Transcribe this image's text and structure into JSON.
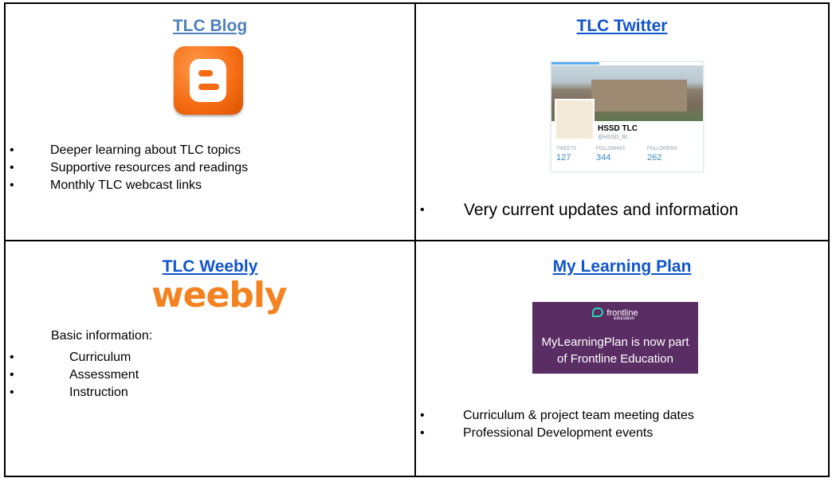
{
  "blog": {
    "title": "TLC Blog",
    "icon": "blogger-logo-icon",
    "bullets": [
      "Deeper learning about TLC topics",
      "Supportive resources and readings",
      "Monthly TLC webcast links"
    ]
  },
  "twitter": {
    "title": "TLC Twitter",
    "card": {
      "name": "HSSD TLC",
      "handle": "@HSSD_tlc",
      "stats": [
        {
          "label": "TWEETS",
          "value": "127"
        },
        {
          "label": "FOLLOWING",
          "value": "344"
        },
        {
          "label": "FOLLOWERS",
          "value": "262"
        }
      ]
    },
    "bullets": [
      "Very current updates and information"
    ]
  },
  "weebly": {
    "title": "TLC Weebly",
    "logo_text": "weebly",
    "intro": "Basic information:",
    "bullets": [
      "Curriculum",
      "Assessment",
      "Instruction"
    ]
  },
  "mlp": {
    "title": "My Learning Plan",
    "banner": {
      "logo": "frontline",
      "logo_sub": "education",
      "text_line1": "MyLearningPlan is now part",
      "text_line2": "of Frontline Education"
    },
    "bullets": [
      "Curriculum & project team meeting dates",
      "Professional Development events"
    ]
  },
  "colors": {
    "blog_title": "#4f81bd",
    "link_title": "#1155cc",
    "weebly_orange": "#f58220",
    "frontline_purple": "#5a2e64"
  }
}
